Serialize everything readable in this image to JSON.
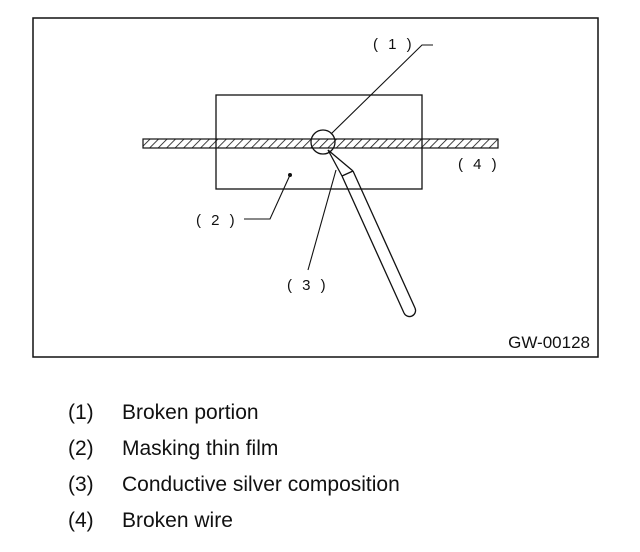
{
  "figure": {
    "code": "GW-00128",
    "callouts": {
      "c1": "( 1 )",
      "c2": "( 2 )",
      "c3": "( 3 )",
      "c4": "( 4 )"
    }
  },
  "legend": [
    {
      "num": "(1)",
      "text": "Broken portion"
    },
    {
      "num": "(2)",
      "text": "Masking thin film"
    },
    {
      "num": "(3)",
      "text": "Conductive silver composition"
    },
    {
      "num": "(4)",
      "text": "Broken wire"
    }
  ]
}
